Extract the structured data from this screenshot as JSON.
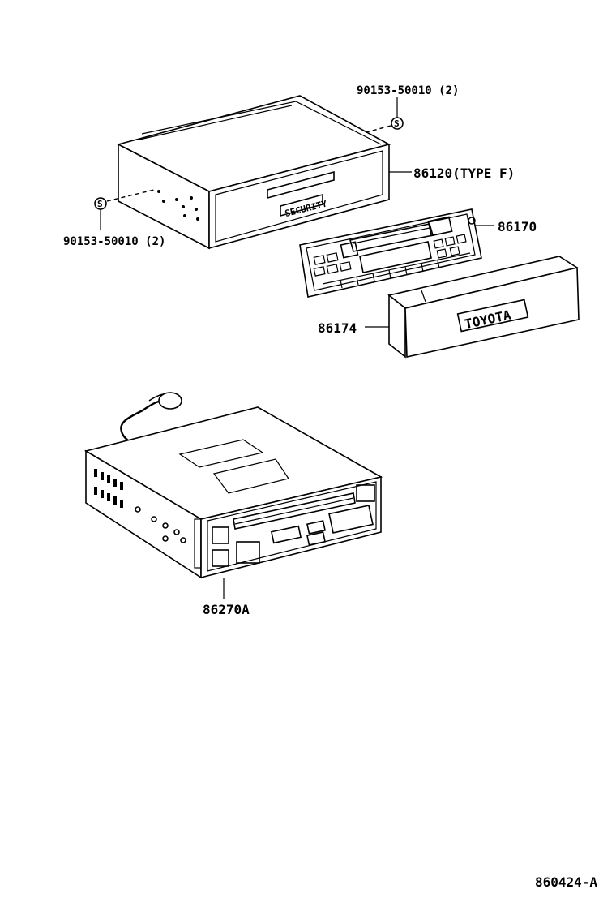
{
  "callouts": {
    "screw_top": "90153-50010 (2)",
    "screw_left": "90153-50010 (2)",
    "case": "86120(TYPE F)",
    "faceplate": "86170",
    "cover": "86174",
    "cd_unit": "86270A"
  },
  "markings": {
    "security_badge": "SECURITY",
    "toyota_logo": "TOYOTA",
    "screw_symbol": "S"
  },
  "footer": {
    "figure_code": "860424-A"
  }
}
